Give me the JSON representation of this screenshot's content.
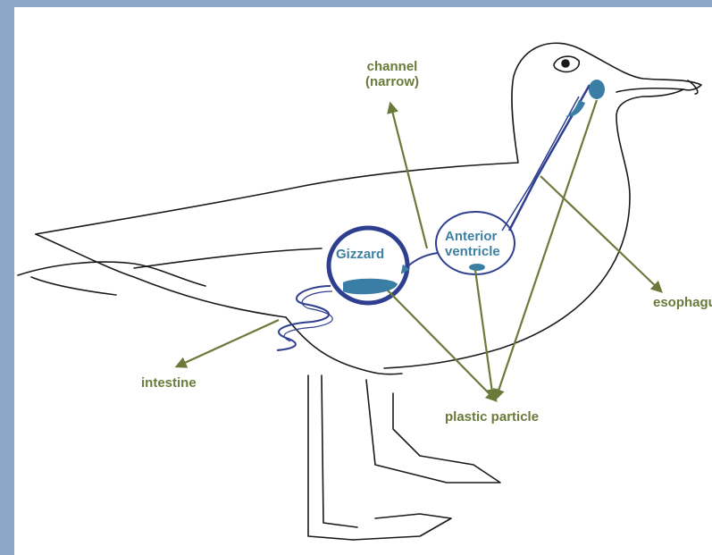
{
  "colors": {
    "background_frame": "#8aa7c7",
    "outline": "#1a1a1a",
    "digestive_tract": "#2f3f8f",
    "plastic": "#3a7ea5",
    "annotation": "#6b7a3a"
  },
  "labels": {
    "channel_line1": "channel",
    "channel_line2": "(narrow)",
    "anterior_line1": "Anterior",
    "anterior_line2": "ventricle",
    "gizzard": "Gizzard",
    "esophagus": "esophagus",
    "intestine": "intestine",
    "plastic_particle": "plastic particle"
  }
}
